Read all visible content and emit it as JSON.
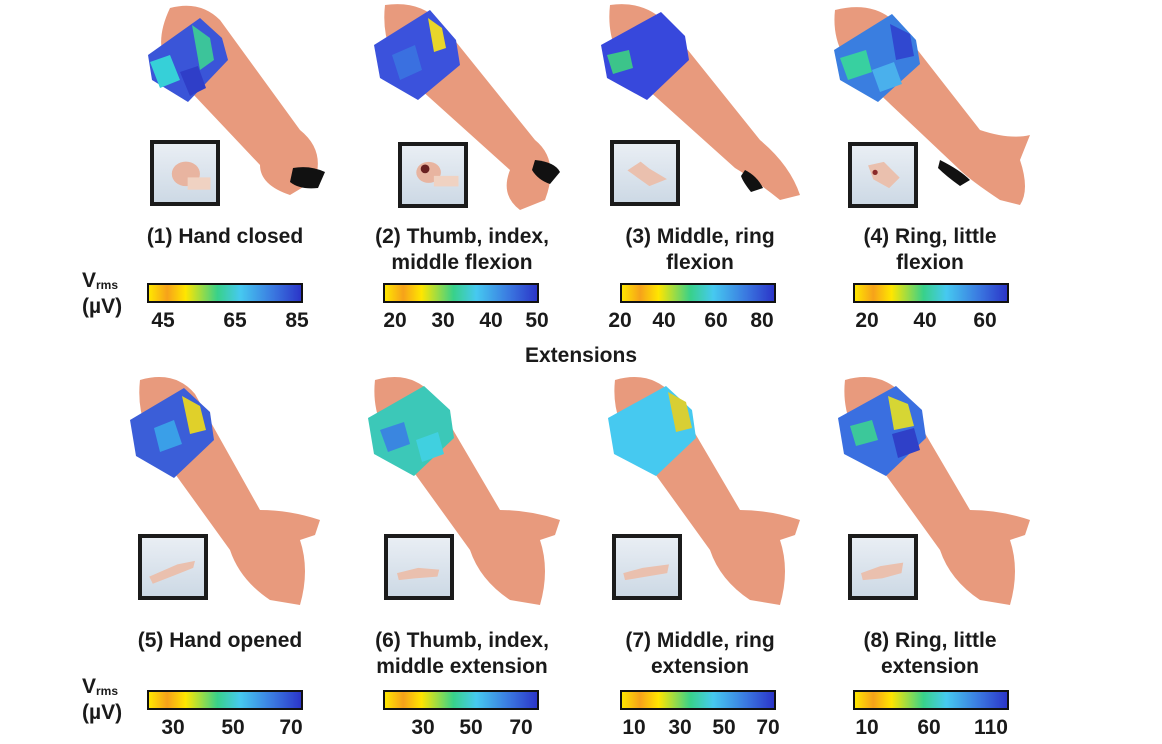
{
  "section_title": "Extensions",
  "vrms_label": {
    "main": "V",
    "sub": "rms",
    "unit": "(µV)"
  },
  "panels": [
    {
      "caption_line1": "(1) Hand closed",
      "caption_line2": "",
      "ticks": [
        "45",
        "65",
        "85"
      ]
    },
    {
      "caption_line1": "(2) Thumb, index,",
      "caption_line2": "middle flexion",
      "ticks": [
        "20",
        "30",
        "40",
        "50"
      ]
    },
    {
      "caption_line1": "(3) Middle, ring",
      "caption_line2": "flexion",
      "ticks": [
        "20",
        "40",
        "60",
        "80"
      ]
    },
    {
      "caption_line1": "(4) Ring, little",
      "caption_line2": "flexion",
      "ticks": [
        "20",
        "40",
        "60"
      ]
    },
    {
      "caption_line1": "(5) Hand opened",
      "caption_line2": "",
      "ticks": [
        "30",
        "50",
        "70"
      ]
    },
    {
      "caption_line1": "(6) Thumb, index,",
      "caption_line2": "middle extension",
      "ticks": [
        "30",
        "50",
        "70"
      ]
    },
    {
      "caption_line1": "(7) Middle, ring",
      "caption_line2": "extension",
      "ticks": [
        "10",
        "30",
        "50",
        "70"
      ]
    },
    {
      "caption_line1": "(8) Ring, little",
      "caption_line2": "extension",
      "ticks": [
        "10",
        "60",
        "110"
      ]
    }
  ],
  "colormap": [
    "#ffe600",
    "#f6a21a",
    "#38d18a",
    "#46c9f0",
    "#3a77e0",
    "#2b35c8"
  ]
}
